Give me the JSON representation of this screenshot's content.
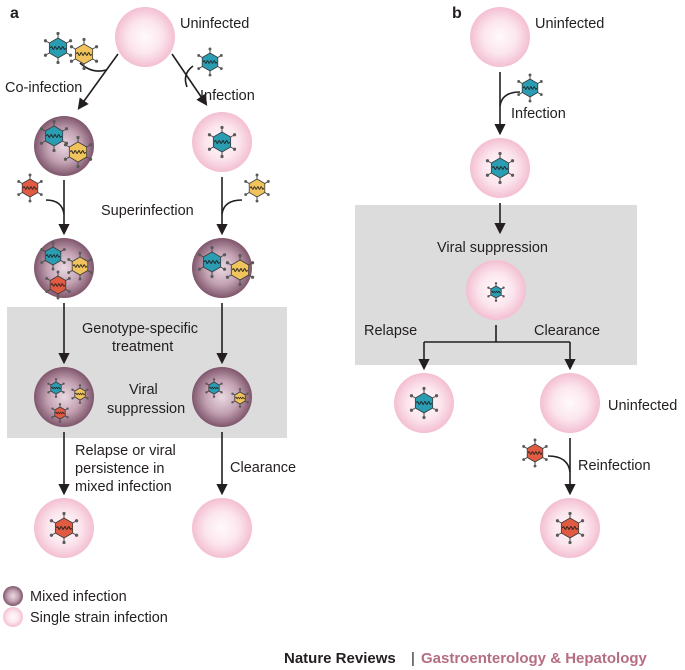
{
  "panels": {
    "a": {
      "letter": "a",
      "uninfected": "Uninfected",
      "coinfection": "Co-infection",
      "infection": "Infection",
      "superinfection": "Superinfection",
      "treatment_line1": "Genotype-specific",
      "treatment_line2": "treatment",
      "suppression_line1": "Viral",
      "suppression_line2": "suppression",
      "relapse_line1": "Relapse or viral",
      "relapse_line2": "persistence in",
      "relapse_line3": "mixed infection",
      "clearance": "Clearance"
    },
    "b": {
      "letter": "b",
      "uninfected_top": "Uninfected",
      "infection": "Infection",
      "suppression": "Viral suppression",
      "relapse": "Relapse",
      "clearance": "Clearance",
      "uninfected_bottom": "Uninfected",
      "reinfection": "Reinfection"
    }
  },
  "legend": {
    "mixed": "Mixed infection",
    "single": "Single strain infection"
  },
  "footer": {
    "brand": "Nature Reviews",
    "separator": "|",
    "journal": "Gastroenterology & Hepatology"
  },
  "colors": {
    "mixed_cell": "#a27c92",
    "single_cell": "#f6cddd",
    "suppression_box": "#dcdcdd",
    "virus_blue": "#2a9db3",
    "virus_yellow": "#f0c35c",
    "virus_red": "#e05b42",
    "journal_text": "#b56e81"
  }
}
